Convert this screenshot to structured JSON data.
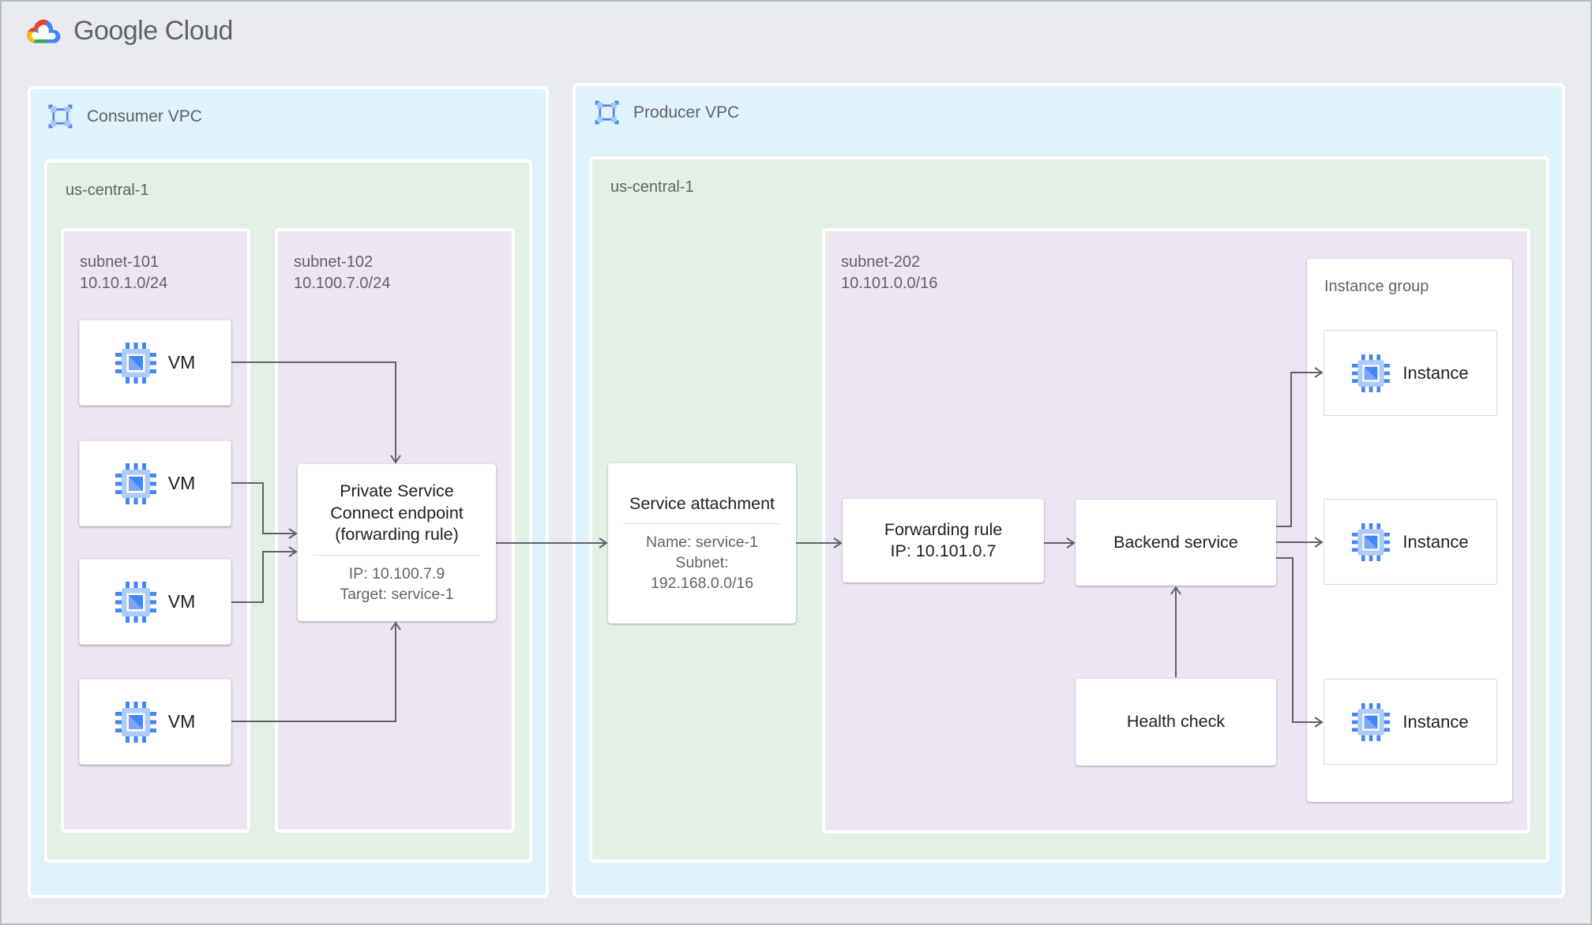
{
  "logo": {
    "text": "Google Cloud"
  },
  "consumer_vpc": {
    "label": "Consumer VPC",
    "region_label": "us-central-1",
    "subnet101": {
      "name": "subnet-101",
      "cidr": "10.10.1.0/24",
      "vms": [
        "VM",
        "VM",
        "VM",
        "VM"
      ]
    },
    "subnet102": {
      "name": "subnet-102",
      "cidr": "10.100.7.0/24",
      "psc_endpoint": {
        "title_lines": [
          "Private Service",
          "Connect endpoint",
          "(forwarding rule)"
        ],
        "details": [
          "IP: 10.100.7.9",
          "Target: service-1"
        ]
      }
    }
  },
  "producer_vpc": {
    "label": "Producer VPC",
    "region_label": "us-central-1",
    "service_attachment": {
      "title": "Service attachment",
      "details": [
        "Name: service-1",
        "Subnet:",
        "192.168.0.0/16"
      ]
    },
    "subnet202": {
      "name": "subnet-202",
      "cidr": "10.101.0.0/16",
      "forwarding_rule": {
        "title": "Forwarding rule",
        "ip": "IP: 10.101.0.7"
      },
      "backend_service": {
        "title": "Backend service"
      },
      "health_check": {
        "title": "Health check"
      },
      "instance_group": {
        "label": "Instance group",
        "instances": [
          "Instance",
          "Instance",
          "Instance"
        ]
      }
    }
  },
  "colors": {
    "vpc_bg": "#dff3fc",
    "region_bg": "#e3f0e6",
    "subnet_bg": "#ece5f3",
    "arrow": "#5f6368",
    "icon_blue": "#4285f4",
    "icon_blue_light": "#aecbfa",
    "logo_red": "#ea4335",
    "logo_yellow": "#fbbc05",
    "logo_green": "#34a853",
    "text_primary": "#202124",
    "text_secondary": "#5f6368"
  }
}
